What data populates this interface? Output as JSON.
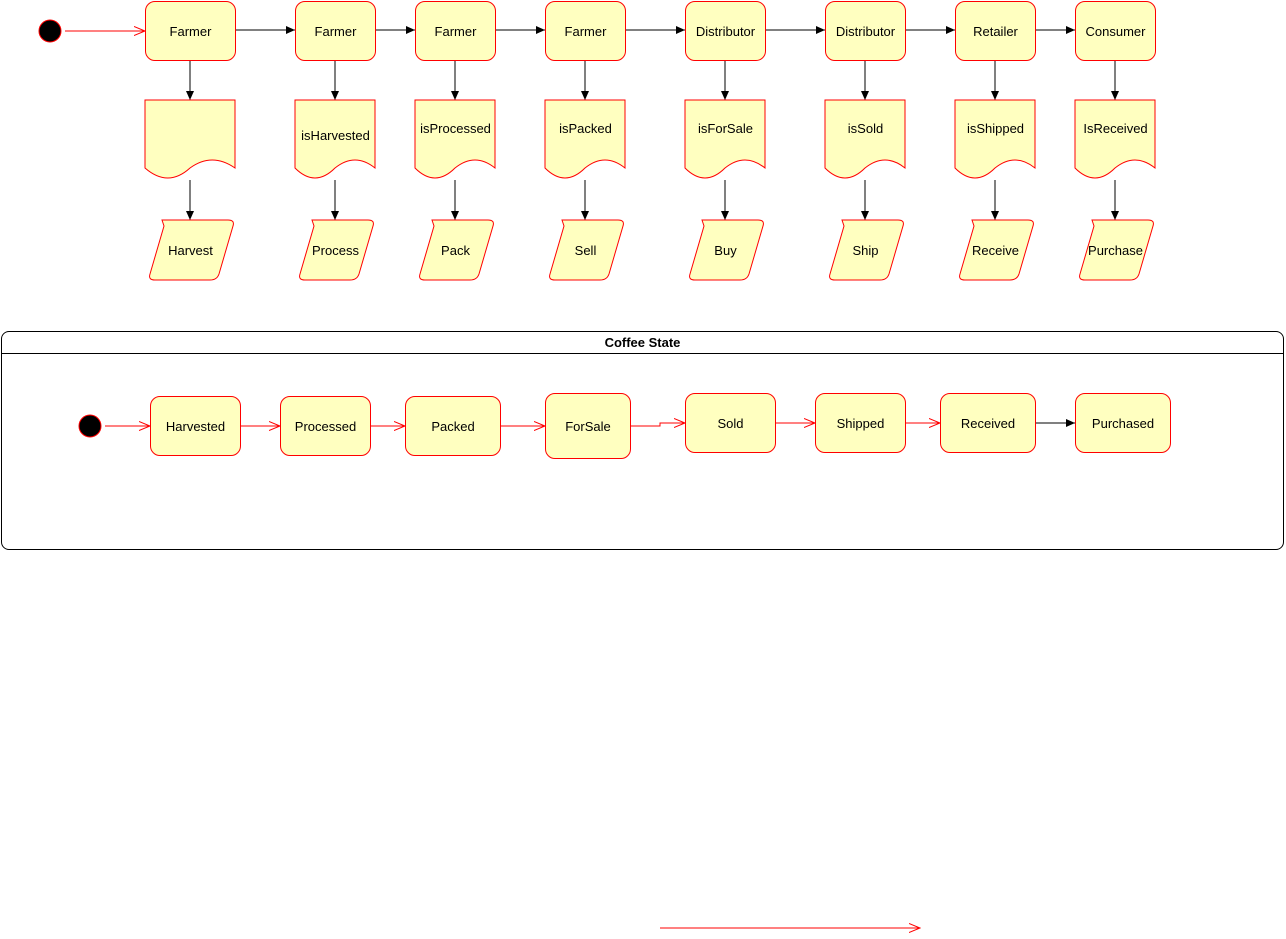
{
  "actors": [
    "Farmer",
    "Farmer",
    "Farmer",
    "Farmer",
    "Distributor",
    "Distributor",
    "Retailer",
    "Consumer"
  ],
  "conditions": [
    "",
    "isHarvested",
    "isProcessed",
    "isPacked",
    "isForSale",
    "isSold",
    "isShipped",
    "IsReceived"
  ],
  "actions": [
    "Harvest",
    "Process",
    "Pack",
    "Sell",
    "Buy",
    "Ship",
    "Receive",
    "Purchase"
  ],
  "state_machine": {
    "title": "Coffee State",
    "states": [
      "Harvested",
      "Processed",
      "Packed",
      "ForSale",
      "Sold",
      "Shipped",
      "Received",
      "Purchased"
    ]
  },
  "colors": {
    "fill": "#ffffc0",
    "stroke": "#ff0000",
    "arrow": "#000000",
    "start": "#000000"
  }
}
